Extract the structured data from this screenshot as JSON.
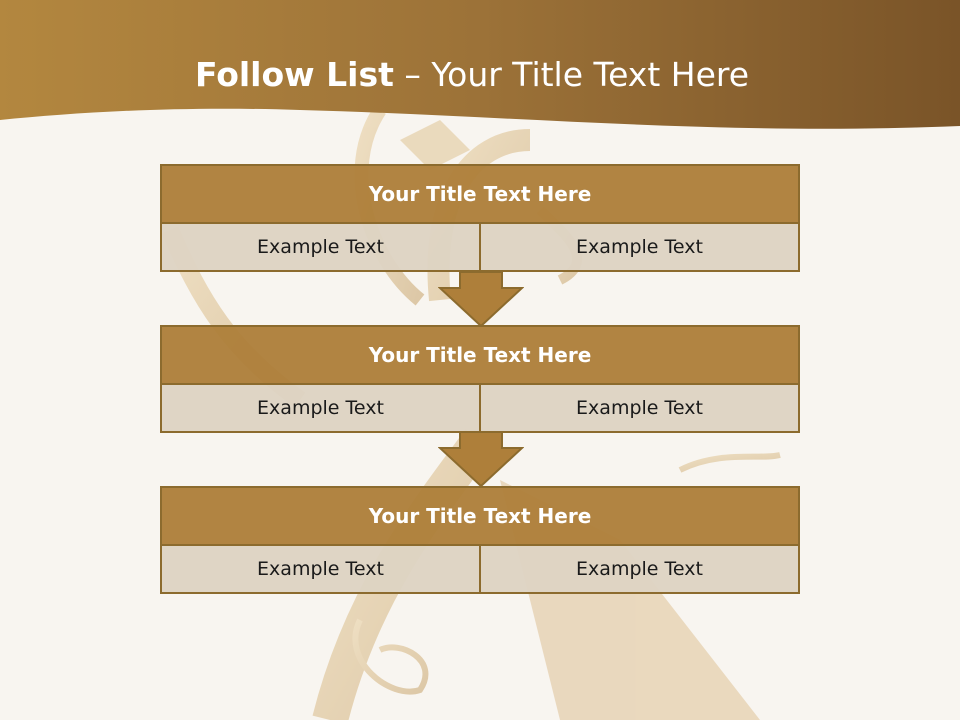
{
  "slide": {
    "title_bold": "Follow List",
    "title_rest": " – Your Title Text Here"
  },
  "blocks": [
    {
      "title": "Your Title Text Here",
      "left": "Example Text",
      "right": "Example Text"
    },
    {
      "title": "Your Title Text Here",
      "left": "Example Text",
      "right": "Example Text"
    },
    {
      "title": "Your Title Text Here",
      "left": "Example Text",
      "right": "Example Text"
    }
  ],
  "colors": {
    "header": "#9c7238",
    "block_title": "#ae7f3a",
    "cell": "#ded3c3",
    "border": "#8c6b2e",
    "arrow": "#ae7f3a"
  },
  "icons": [
    "down-arrow-icon",
    "down-arrow-icon"
  ]
}
